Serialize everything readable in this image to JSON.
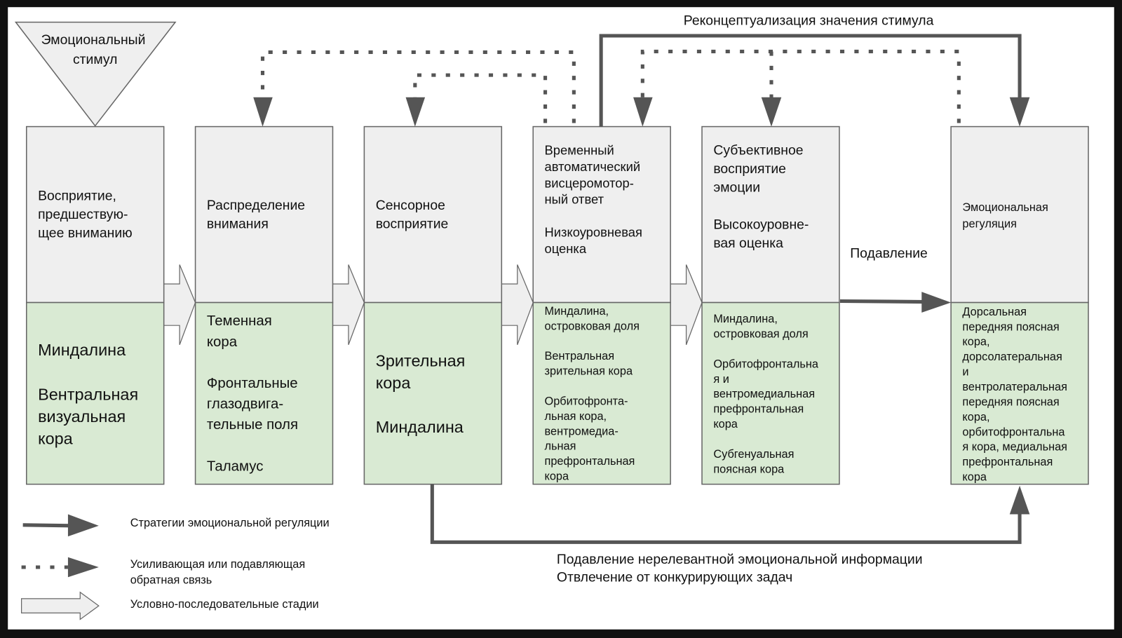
{
  "stimulus": {
    "lines": [
      "Эмоциональный",
      "стимул"
    ]
  },
  "stages": [
    {
      "title": [
        "Восприятие,",
        "предшествую-",
        "щее вниманию"
      ],
      "regions": [
        "Миндалина",
        "",
        "Вентральная",
        "визуальная",
        "кора"
      ]
    },
    {
      "title": [
        "Распределение",
        "внимания"
      ],
      "regions": [
        "Теменная",
        "кора",
        "",
        "Фронтальные",
        "глазодвига-",
        "тельные поля",
        "",
        "Таламус"
      ]
    },
    {
      "title": [
        "Сенсорное",
        "восприятие"
      ],
      "regions": [
        "Зрительная",
        "кора",
        "",
        "Миндалина"
      ]
    },
    {
      "title": [
        "Временный",
        "автоматический",
        "висцеромотор-",
        "ный ответ",
        "",
        "Низкоуровневая",
        "оценка"
      ],
      "regions": [
        "Миндалина,",
        "островковая доля",
        "",
        "Вентральная",
        "зрительная кора",
        "",
        "Орбитофронта-",
        "льная кора,",
        "вентромедиа-",
        "льная",
        "префронтальная",
        "кора"
      ]
    },
    {
      "title": [
        "Субъективное",
        "восприятие",
        "эмоции",
        "",
        "Высокоуровне-",
        "вая оценка"
      ],
      "regions": [
        "Миндалина,",
        "островковая доля",
        "",
        "Орбитофронтальна",
        "я и",
        "вентромедиальная",
        "префронтальная",
        "кора",
        "",
        "Субгенуальная",
        "поясная кора"
      ]
    },
    {
      "title": [
        "Эмоциональная",
        "регуляция"
      ],
      "regions": [
        "Дорсальная",
        "передняя поясная",
        "кора,",
        "дорсолатеральная",
        "и",
        "вентролатеральная",
        "передняя поясная",
        "кора,",
        "орбитофронтальна",
        "я кора, медиальная",
        "префронтальная",
        "кора"
      ]
    }
  ],
  "labels": {
    "reconceptualization": "Реконцептуализация значения стимула",
    "suppression": "Подавление",
    "bottom_line1": "Подавление нерелевантной эмоциональной информации",
    "bottom_line2": "Отвлечение от конкурирующих задач"
  },
  "legend": {
    "solid": "Стратегии эмоциональной регуляции",
    "dotted": [
      "Усиливающая или подавляющая",
      "обратная связь"
    ],
    "block": "Условно-последовательные стадии"
  },
  "colors": {
    "stage_top": "#efefef",
    "stage_bottom": "#d9ead3",
    "arrow": "#555555",
    "frame": "#111111"
  }
}
